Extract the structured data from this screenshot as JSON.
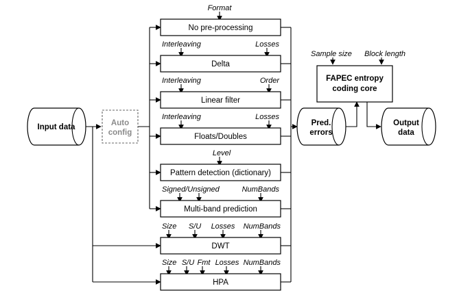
{
  "top_param": "Format",
  "input": {
    "label": "Input data"
  },
  "auto_config": {
    "line1": "Auto",
    "line2": "config"
  },
  "stages": [
    {
      "label": "No pre-processing",
      "params": []
    },
    {
      "label": "Delta",
      "params": [
        "Interleaving",
        "Losses"
      ]
    },
    {
      "label": "Linear filter",
      "params": [
        "Interleaving",
        "Order"
      ]
    },
    {
      "label": "Floats/Doubles",
      "params": [
        "Interleaving",
        "Losses"
      ]
    },
    {
      "label": "Pattern detection (dictionary)",
      "params": [
        "Level"
      ]
    },
    {
      "label": "Multi-band prediction",
      "params": [
        "Signed/Unsigned",
        "NumBands"
      ]
    },
    {
      "label": "DWT",
      "params": [
        "Size",
        "S/U",
        "Losses",
        "NumBands"
      ]
    },
    {
      "label": "HPA",
      "params": [
        "Size",
        "S/U",
        "Fmt",
        "Losses",
        "NumBands"
      ]
    }
  ],
  "pred_errors": {
    "line1": "Pred.",
    "line2": "errors"
  },
  "core": {
    "line1": "FAPEC entropy",
    "line2": "coding core",
    "params": [
      "Sample size",
      "Block length"
    ]
  },
  "output": {
    "line1": "Output",
    "line2": "data"
  }
}
